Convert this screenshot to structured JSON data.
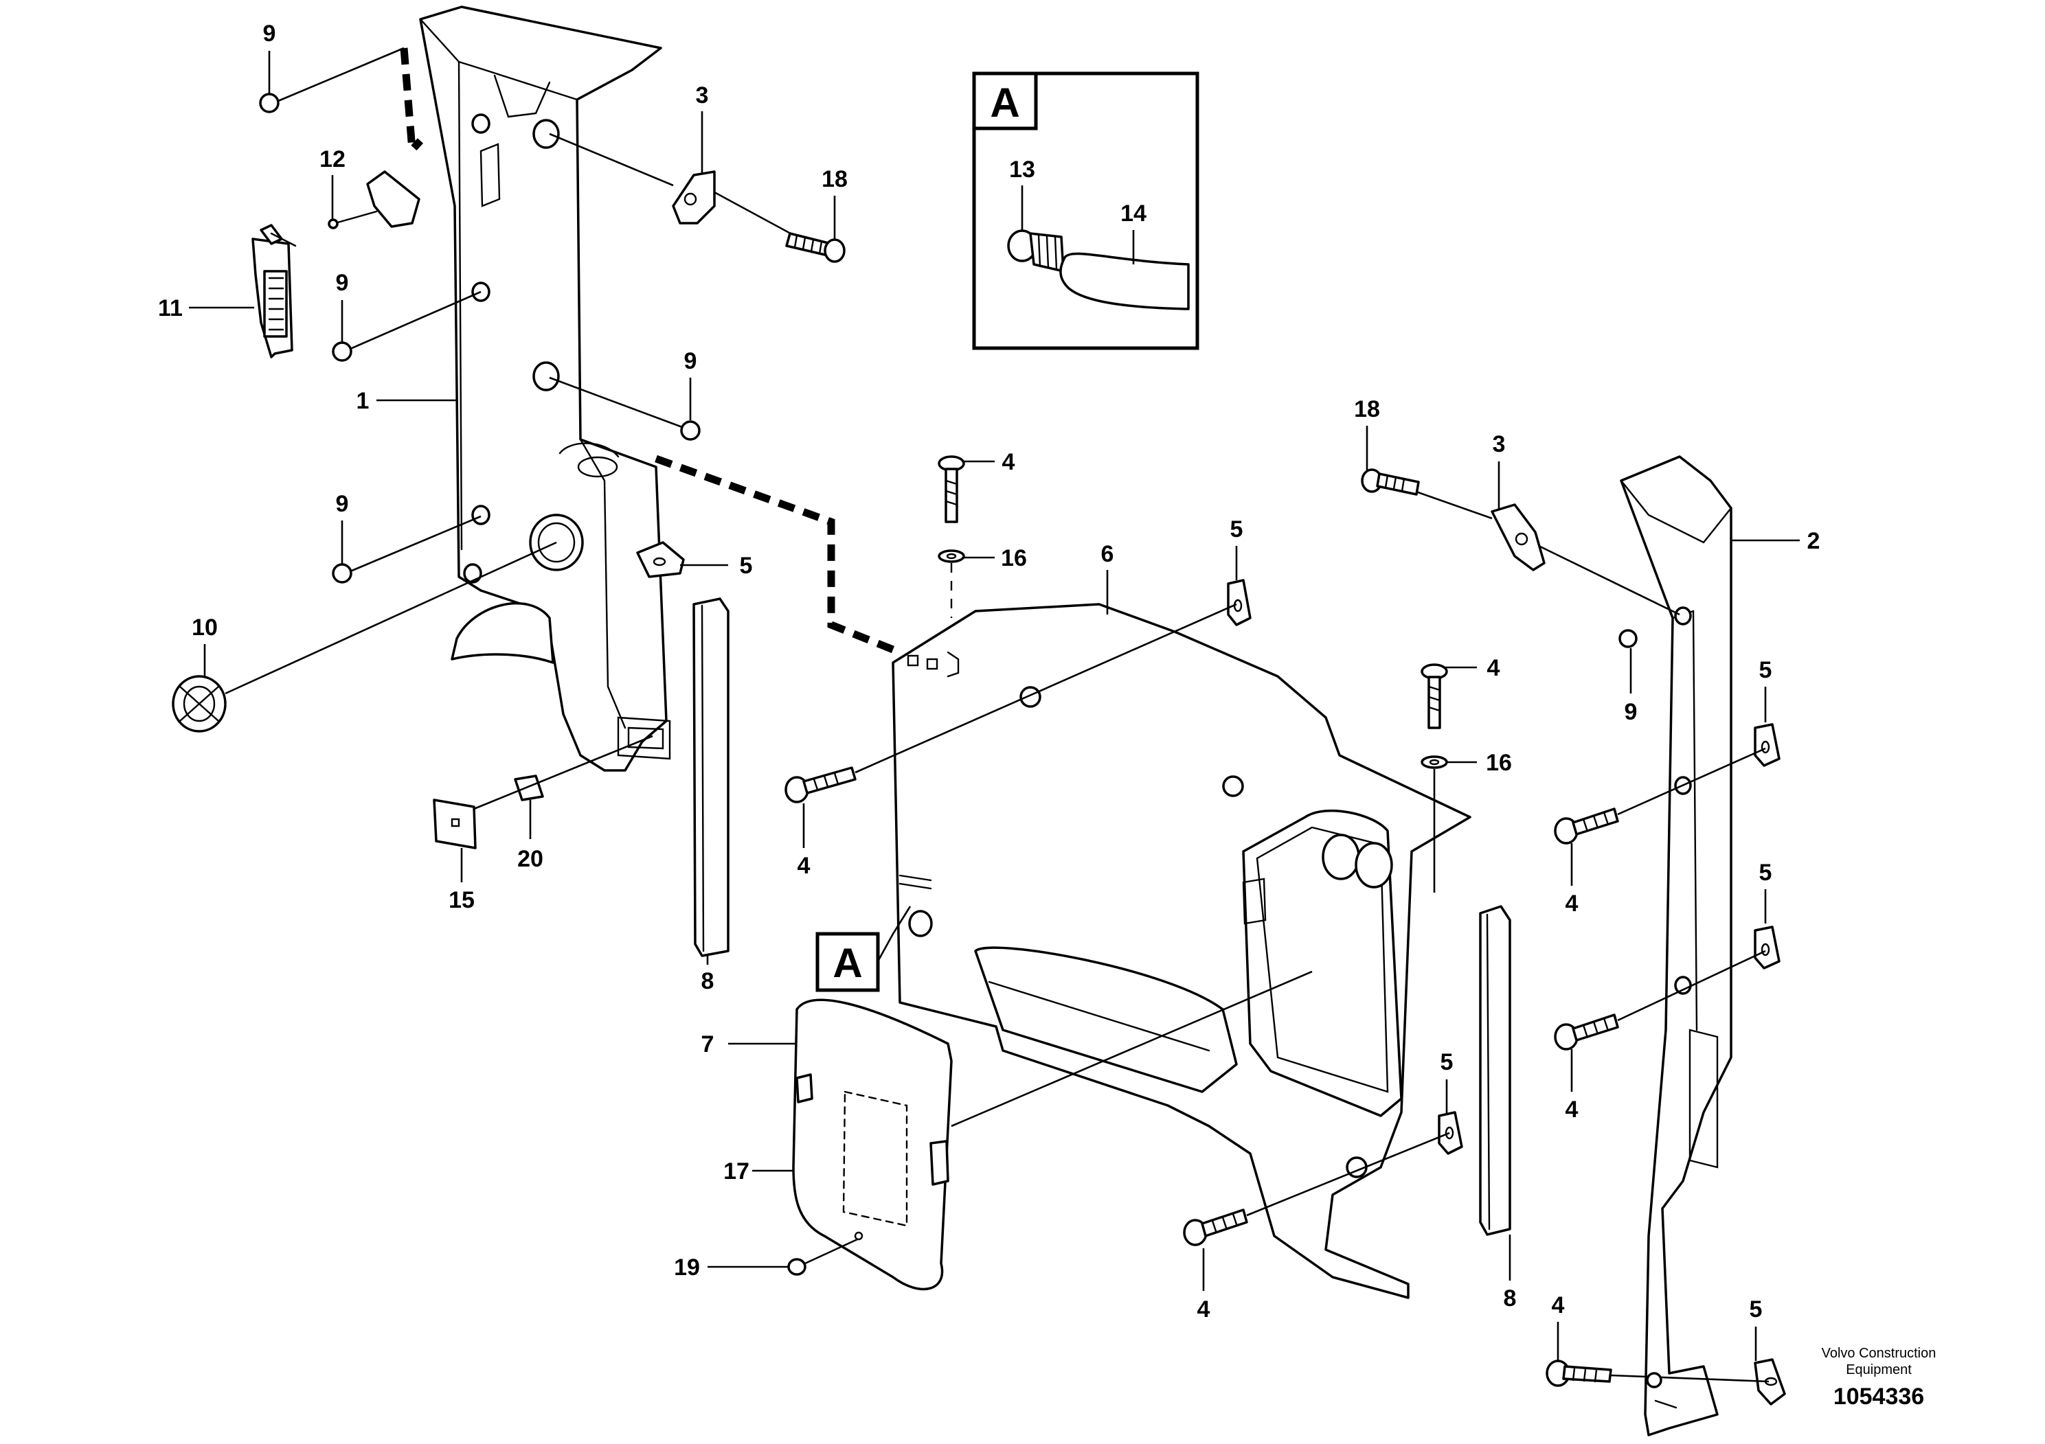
{
  "detail_tag": "A",
  "callouts": {
    "c1": "1",
    "c2": "2",
    "c3a": "3",
    "c3b": "3",
    "c4a": "4",
    "c4b": "4",
    "c4c": "4",
    "c4d": "4",
    "c4e": "4",
    "c4f": "4",
    "c4g": "4",
    "c5a": "5",
    "c5b": "5",
    "c5c": "5",
    "c5d": "5",
    "c5e": "5",
    "c5f": "5",
    "c6": "6",
    "c7": "7",
    "c8a": "8",
    "c8b": "8",
    "c9a": "9",
    "c9b": "9",
    "c9c": "9",
    "c9d": "9",
    "c9e": "9",
    "c10": "10",
    "c11": "11",
    "c12": "12",
    "c13": "13",
    "c14": "14",
    "c15": "15",
    "c16a": "16",
    "c16b": "16",
    "c17": "17",
    "c18a": "18",
    "c18b": "18",
    "c19": "19",
    "c20": "20"
  },
  "footer": {
    "caption_line1": "Volvo Construction",
    "caption_line2": "Equipment",
    "doc_number": "1054336"
  }
}
